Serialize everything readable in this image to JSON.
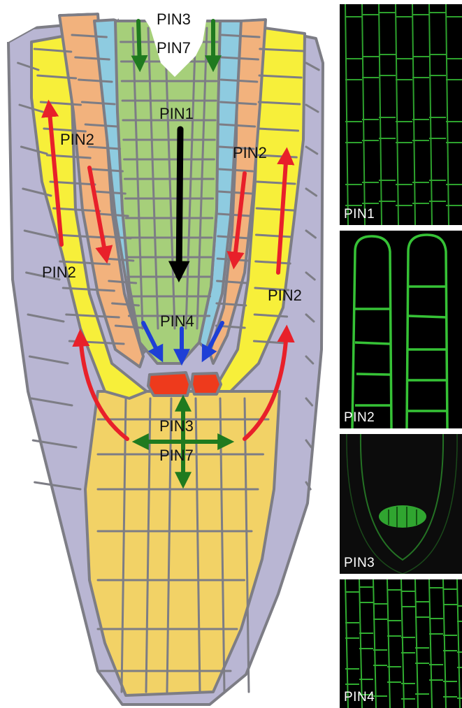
{
  "diagram": {
    "labels": {
      "pin3_top": "PIN3",
      "pin7_top": "PIN7",
      "pin1": "PIN1",
      "pin2_upper_left": "PIN2",
      "pin2_upper_right": "PIN2",
      "pin2_lower_left": "PIN2",
      "pin2_lower_right": "PIN2",
      "pin4": "PIN4",
      "pin3_bottom": "PIN3",
      "pin7_bottom": "PIN7"
    },
    "colors": {
      "stele": "#a6cf7a",
      "pericycle": "#8ecbe0",
      "endodermis": "#f2b27d",
      "cortex": "#f7ef3a",
      "epidermis": "#b9b6d3",
      "columella": "#f2d266",
      "quiescent_center": "#ee3a1c",
      "cell_wall": "#7d7d85",
      "arrow_red": "#e8202a",
      "arrow_green": "#1f7a1f",
      "arrow_blue": "#1e3fd6",
      "arrow_black": "#000000",
      "fluorescence": "#3cd83c"
    }
  },
  "micrographs": [
    {
      "label": "PIN1"
    },
    {
      "label": "PIN2"
    },
    {
      "label": "PIN3"
    },
    {
      "label": "PIN4"
    }
  ]
}
